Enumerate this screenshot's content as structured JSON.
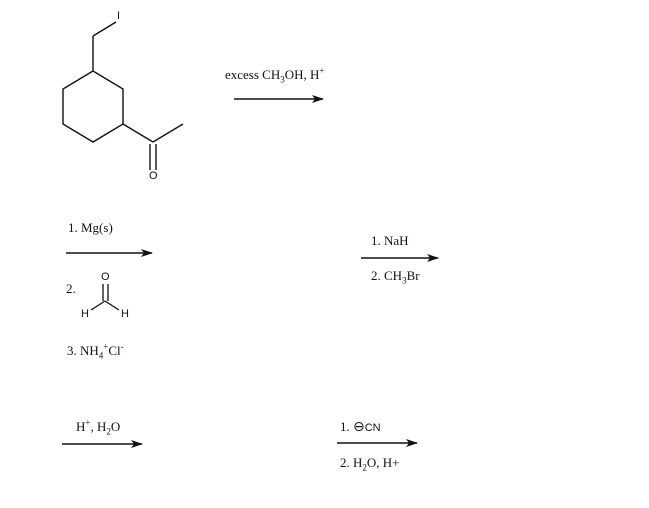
{
  "molecule": {
    "substituent_atom": "I",
    "carbonyl_atom": "O"
  },
  "step1": {
    "reagent_prefix": "excess CH",
    "reagent_sub": "3",
    "reagent_mid": "OH, H",
    "reagent_sup": "+"
  },
  "step2": {
    "line1": "1. Mg(s)",
    "line2_number": "2.",
    "aldehyde_o": "O",
    "aldehyde_h_left": "H",
    "aldehyde_h_right": "H",
    "line3_prefix": "3. NH",
    "line3_sub": "4",
    "line3_sup": "+",
    "line3_cl": "Cl",
    "line3_cl_sup": "-"
  },
  "step3": {
    "line1": "1. NaH",
    "line2_prefix": "2. CH",
    "line2_sub": "3",
    "line2_suffix": "Br"
  },
  "step4": {
    "reagent_h": "H",
    "reagent_sup": "+",
    "reagent_mid": ", H",
    "reagent_sub": "2",
    "reagent_o": "O"
  },
  "step5": {
    "line1_number": "1.",
    "anion_symbol": "⊖",
    "line1_cn": "CN",
    "line2_prefix": "2. H",
    "line2_sub": "2",
    "line2_suffix": "O, H+"
  }
}
